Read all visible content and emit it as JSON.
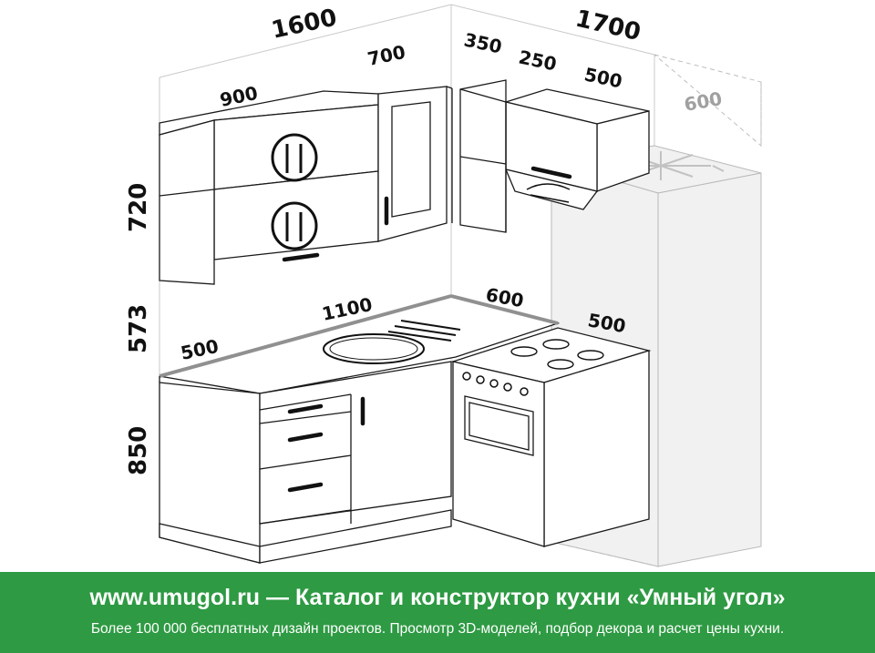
{
  "dimensions": {
    "top_left_total": "1600",
    "top_right_total": "1700",
    "upper_900": "900",
    "upper_700": "700",
    "upper_350": "350",
    "upper_250": "250",
    "upper_500": "500",
    "fridge_depth": "600",
    "height_upper": "720",
    "height_gap": "573",
    "height_base": "850",
    "counter_500": "500",
    "counter_1100": "1100",
    "counter_600": "600",
    "stove_500": "500"
  },
  "footer": {
    "site": "www.umugol.ru",
    "dash": "—",
    "title": "Каталог и конструктор кухни «Умный угол»",
    "subtitle": "Более 100 000 бесплатных дизайн проектов. Просмотр 3D-моделей, подбор декора и расчет цены кухни."
  },
  "colors": {
    "footer_bg": "#2e9a43",
    "grey_dimension": "#a0a0a0"
  }
}
